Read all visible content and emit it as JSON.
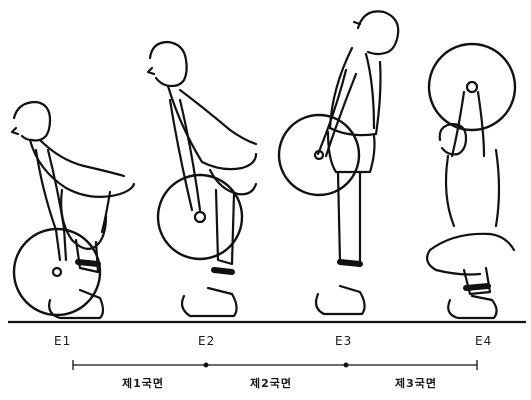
{
  "figures": [
    {
      "label": "E1"
    },
    {
      "label": "E2"
    },
    {
      "label": "E3"
    },
    {
      "label": "E4"
    }
  ],
  "phases": [
    {
      "label": "제1국면"
    },
    {
      "label": "제2국면"
    },
    {
      "label": "제3국면"
    }
  ]
}
